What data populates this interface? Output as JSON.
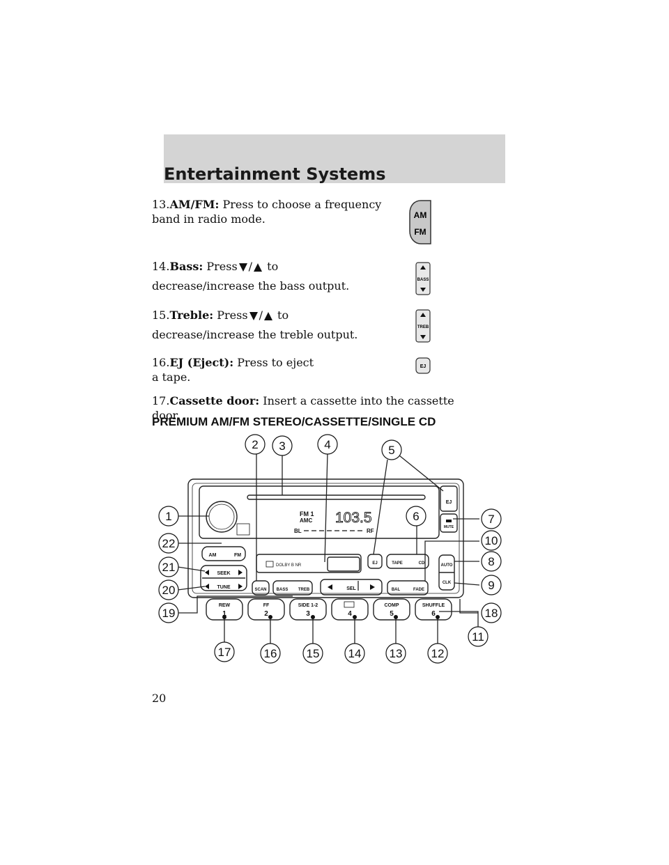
{
  "header": {
    "title": "Entertainment Systems"
  },
  "items": [
    {
      "num": "13.",
      "term": "AM/FM:",
      "text": "Press to choose a frequency band in radio mode."
    },
    {
      "num": "14.",
      "term": "Bass:",
      "pre": "Press",
      "sep": "/",
      "post": "to",
      "text2": "decrease/increase the bass output."
    },
    {
      "num": "15.",
      "term": "Treble:",
      "pre": "Press",
      "sep": "/",
      "post": "to",
      "text2": "decrease/increase the treble output."
    },
    {
      "num": "16.",
      "term": "EJ (Eject):",
      "text": "Press to eject a tape."
    },
    {
      "num": "17.",
      "term": "Cassette door:",
      "text": "Insert a cassette into the cassette door."
    }
  ],
  "icons": {
    "amfm": {
      "am": "AM",
      "fm": "FM"
    },
    "bass": "BASS",
    "treb": "TREB",
    "ej": "EJ"
  },
  "section_title": "PREMIUM AM/FM STEREO/CASSETTE/SINGLE CD",
  "radio": {
    "display": {
      "band": "FM 1",
      "amc": "AMC",
      "freq": "103.5",
      "bl": "BL",
      "rf": "RF",
      "dolby": "DOLBY B NR"
    },
    "buttons": {
      "ej_top": "EJ",
      "mute": "MUTE",
      "am": "AM",
      "fm": "FM",
      "seek": "SEEK",
      "tune": "TUNE",
      "scan": "SCAN",
      "bass": "BASS",
      "treb": "TREB",
      "sel": "SEL",
      "bal": "BAL",
      "fade": "FADE",
      "ej": "EJ",
      "tape": "TAPE",
      "cd": "CD",
      "auto": "AUTO",
      "clk": "CLK",
      "presets": [
        {
          "label": "REW",
          "num": "1"
        },
        {
          "label": "FF",
          "num": "2"
        },
        {
          "label": "SIDE 1-2",
          "num": "3"
        },
        {
          "label": "",
          "num": "4"
        },
        {
          "label": "COMP",
          "num": "5"
        },
        {
          "label": "SHUFFLE",
          "num": "6"
        }
      ]
    },
    "callouts": [
      "1",
      "2",
      "3",
      "4",
      "5",
      "6",
      "7",
      "8",
      "9",
      "10",
      "11",
      "12",
      "13",
      "14",
      "15",
      "16",
      "17",
      "18",
      "19",
      "20",
      "21",
      "22"
    ]
  },
  "page_number": "20"
}
